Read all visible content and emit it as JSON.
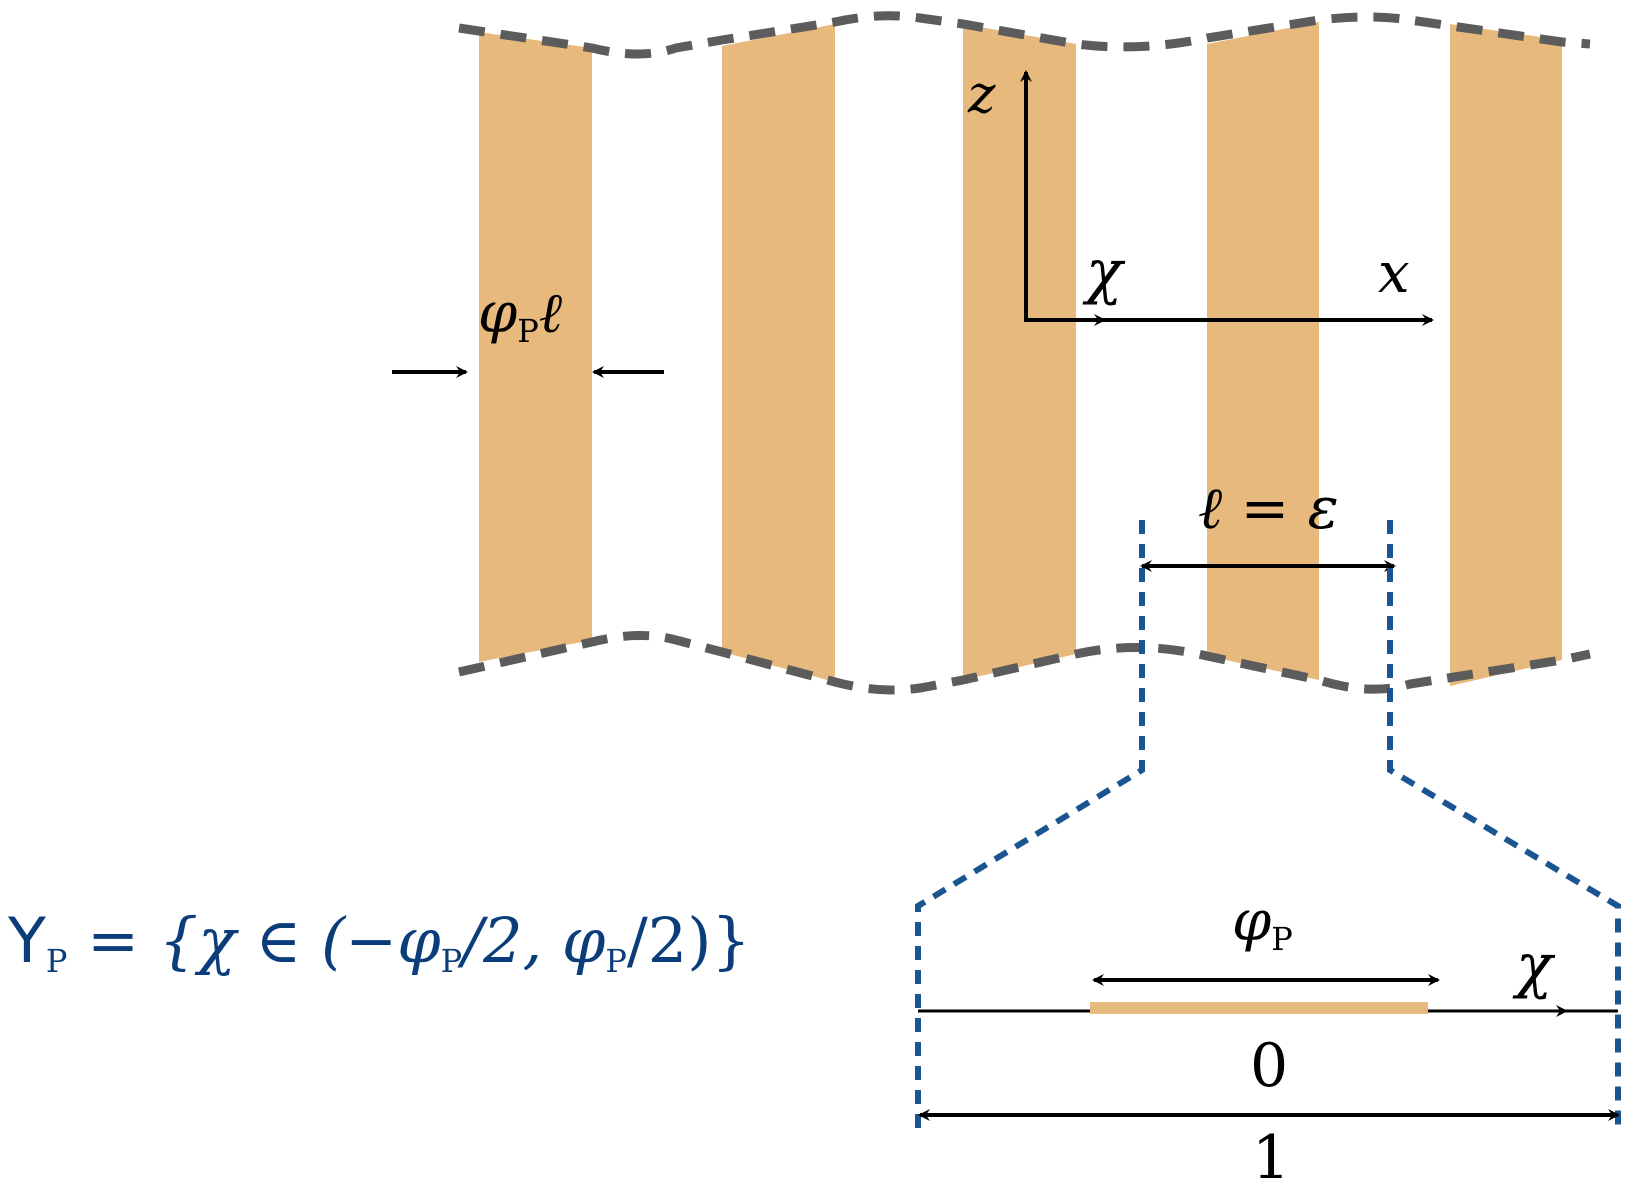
{
  "colors": {
    "strip": "#e8b97c",
    "boundary": "#5c5c5c",
    "zoom": "#1a5592",
    "formula": "#0a3d7a",
    "axis": "#000000"
  },
  "labels": {
    "z_axis": "z",
    "chi_axis": "χ",
    "x_axis": "x",
    "strip_width_main": "φ",
    "strip_width_sub": "P",
    "strip_width_tail": "ℓ",
    "period": "ℓ = ε",
    "inset_width_main": "φ",
    "inset_width_sub": "P",
    "inset_chi": "χ",
    "origin": "0",
    "unit": "1"
  },
  "formula": {
    "symbol": "Y",
    "sub": "P",
    "rest_open": " = {χ ∈ (−φ",
    "sub2": "P",
    "rest_mid": "/2, φ",
    "sub3": "P",
    "rest_close": "/2)}"
  }
}
